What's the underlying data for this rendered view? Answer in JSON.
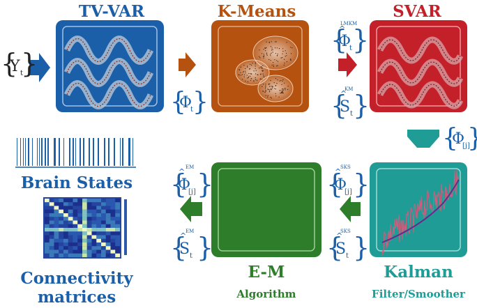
{
  "colors": {
    "tvvar": "#1a5fa8",
    "kmeans": "#b5520f",
    "svar": "#c4202a",
    "kalman": "#1f9c96",
    "em": "#2e7d2a",
    "text_blue": "#1a5fa8",
    "math_blue": "#1a5fa8"
  },
  "stages": {
    "tvvar": {
      "title": "TV-VAR"
    },
    "kmeans": {
      "title": "K-Means"
    },
    "svar": {
      "title": "SVAR"
    },
    "kalman": {
      "title": "Kalman",
      "subtitle": "Filter/Smoother"
    },
    "em": {
      "title": "E-M",
      "subtitle": "Algorithm"
    }
  },
  "inputs": {
    "y": {
      "base": "Y",
      "sub": "t"
    },
    "phi_t": {
      "base": "Φ",
      "sub": "t"
    },
    "phi_lmkm": {
      "base": "Φ",
      "sub": "t",
      "sup": "LMKM"
    },
    "s_km": {
      "base": "S",
      "sub": "t",
      "sup": "KM"
    },
    "phi_j": {
      "base": "Φ",
      "sub": "[j]"
    },
    "phi_sks": {
      "base": "Φ",
      "sub": "[j]",
      "sup": "SKS"
    },
    "s_sks": {
      "base": "S",
      "sub": "t",
      "sup": "SKS"
    },
    "phi_em": {
      "base": "Φ",
      "sub": "[j]",
      "sup": "EM"
    },
    "s_em": {
      "base": "S",
      "sub": "t",
      "sup": "EM"
    }
  },
  "outputs": {
    "brain_states": "Brain States",
    "connectivity_line1": "Connectivity",
    "connectivity_line2": "matrices"
  }
}
